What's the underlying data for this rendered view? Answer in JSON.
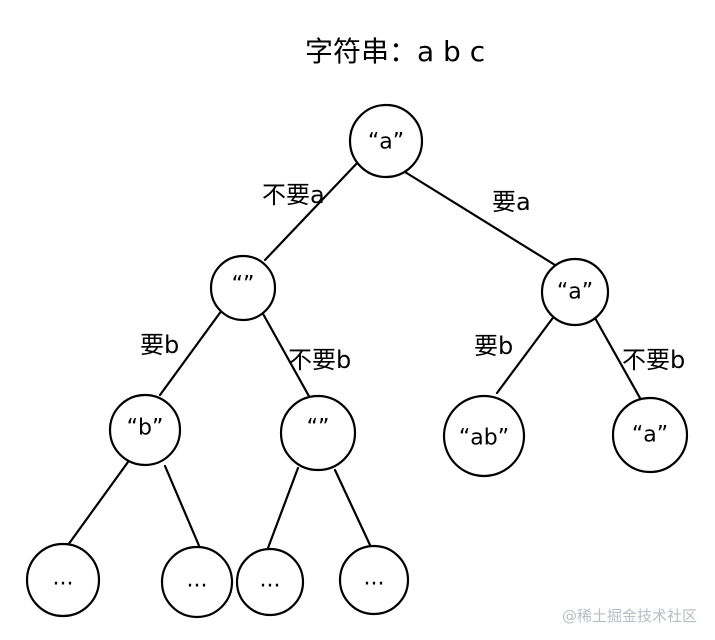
{
  "title": "字符串：a b c",
  "nodes": {
    "root": "“a”",
    "left": "“”",
    "right": "“a”",
    "left_left": "“b”",
    "left_right": "“”",
    "right_left": "“ab”",
    "right_right": "“a”",
    "leaf1": "...",
    "leaf2": "...",
    "leaf3": "...",
    "leaf4": "..."
  },
  "edges": {
    "root_left": "不要a",
    "root_right": "要a",
    "left_left": "要b",
    "left_right": "不要b",
    "right_left": "要b",
    "right_right": "不要b"
  },
  "watermark": "@稀土掘金技术社区"
}
